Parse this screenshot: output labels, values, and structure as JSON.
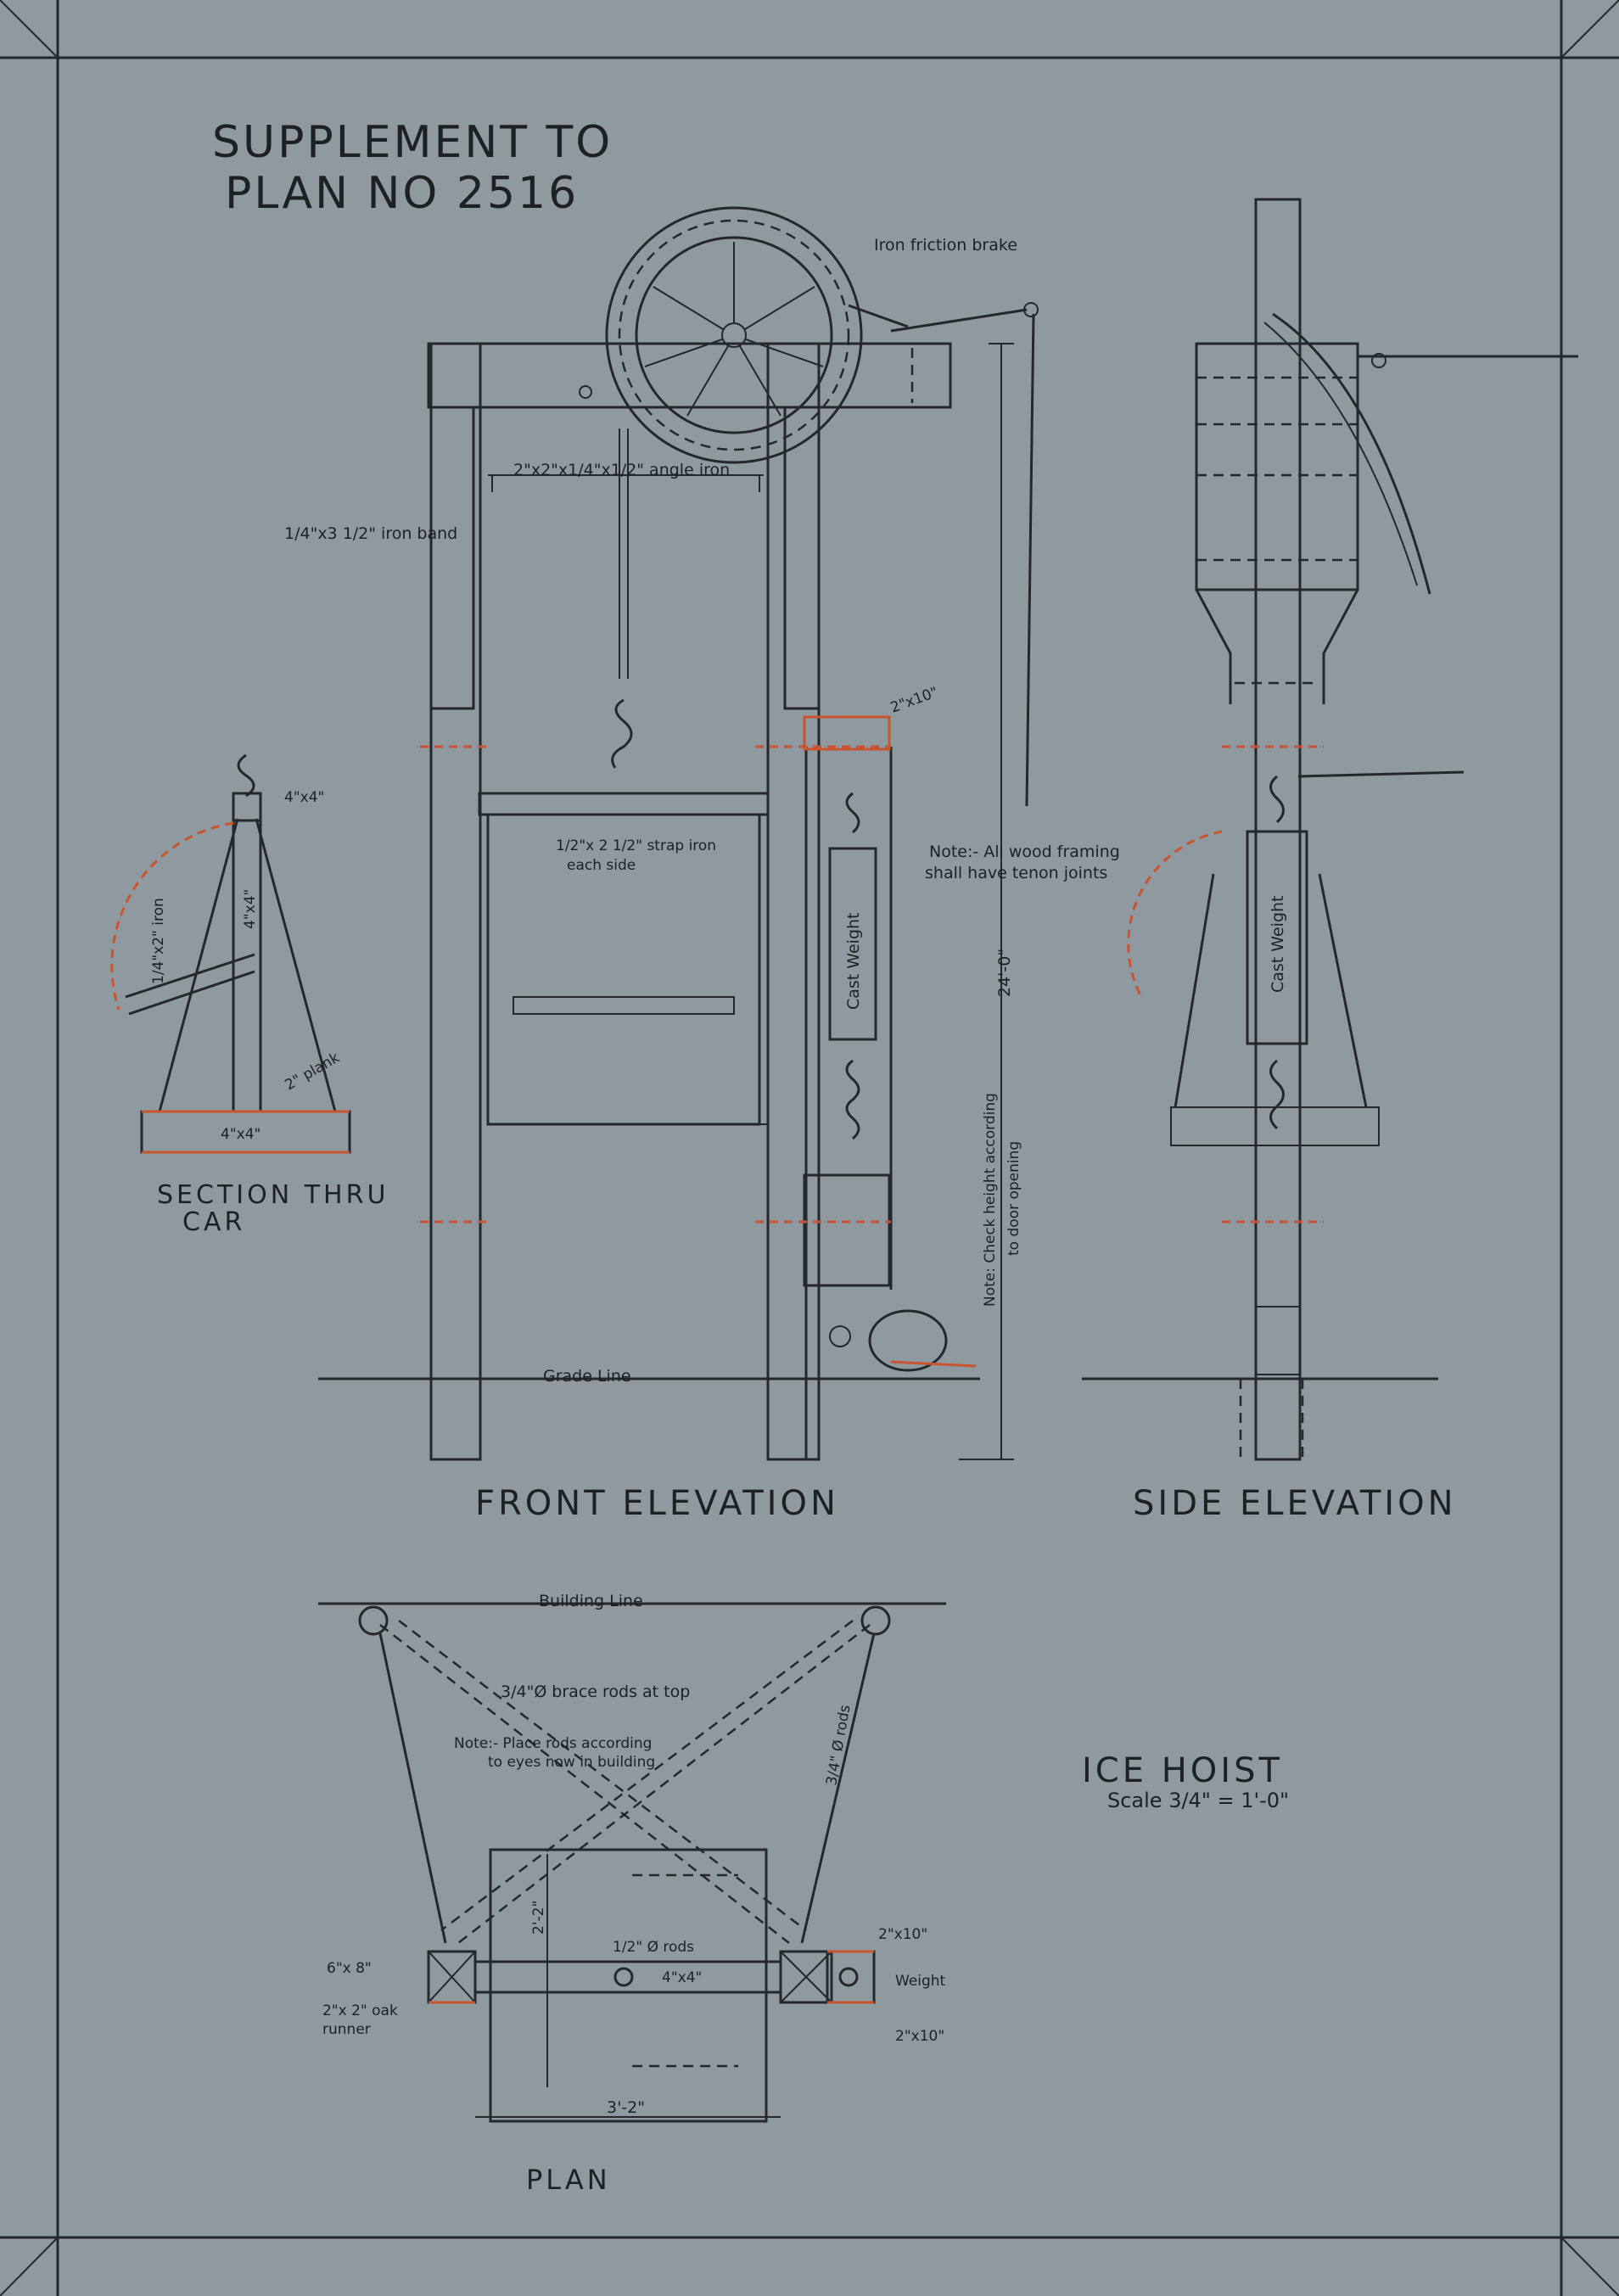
{
  "title": {
    "line1": "SUPPLEMENT TO",
    "line2": "PLAN NO 2516"
  },
  "views": {
    "front_elevation": "FRONT ELEVATION",
    "side_elevation": "SIDE ELEVATION",
    "section": {
      "line1": "SECTION THRU",
      "line2": "CAR"
    },
    "plan": "PLAN"
  },
  "drawing": {
    "name": "ICE HOIST",
    "scale": "Scale 3/4\" = 1'-0\""
  },
  "labels": {
    "friction_brake": "Iron friction brake",
    "angle_iron": "2\"x2\"x1/4\"x1/2\" angle iron",
    "iron_band": "1/4\"x3 1/2\" iron band",
    "strap_iron_1": "1/2\"x 2 1/2\" strap iron",
    "strap_iron_2": "each side",
    "plank_2x10": "2\"x10\"",
    "note_framing_1": "Note:- All wood framing",
    "note_framing_2": "shall have tenon joints",
    "cast_weight_front": "Cast Weight",
    "cast_weight_side": "Cast Weight",
    "height_dim": "24'-0\"",
    "check_height_1": "Note: Check height according",
    "check_height_2": "to door opening",
    "grade_line": "Grade Line",
    "sec_4x4_top": "4\"x4\"",
    "sec_4x4_vert": "4\"x4\"",
    "sec_iron": "1/4\"x2\" iron",
    "sec_plank": "2\" plank",
    "sec_4x4_bottom": "4\"x4\"",
    "building_line": "Building Line",
    "brace_rods": "3/4\"Ø brace rods at top",
    "plan_note_1": "Note:- Place rods according",
    "plan_note_2": "to eyes now in building",
    "rods_34": "3/4\" Ø rods",
    "rods_12": "1/2\" Ø rods",
    "plan_2x10_top": "2\"x10\"",
    "plan_2x10_bottom": "2\"x10\"",
    "plan_weight": "Weight",
    "plan_6x8": "6\"x 8\"",
    "oak_runner_1": "2\"x 2\" oak",
    "oak_runner_2": "runner",
    "plan_4x4": "4\"x4\"",
    "plan_2_2": "2'-2\"",
    "plan_3_2": "3'-2\""
  },
  "colors": {
    "paper": "#8f99a0",
    "ink": "#25282b",
    "red_pencil": "#c8552e"
  }
}
